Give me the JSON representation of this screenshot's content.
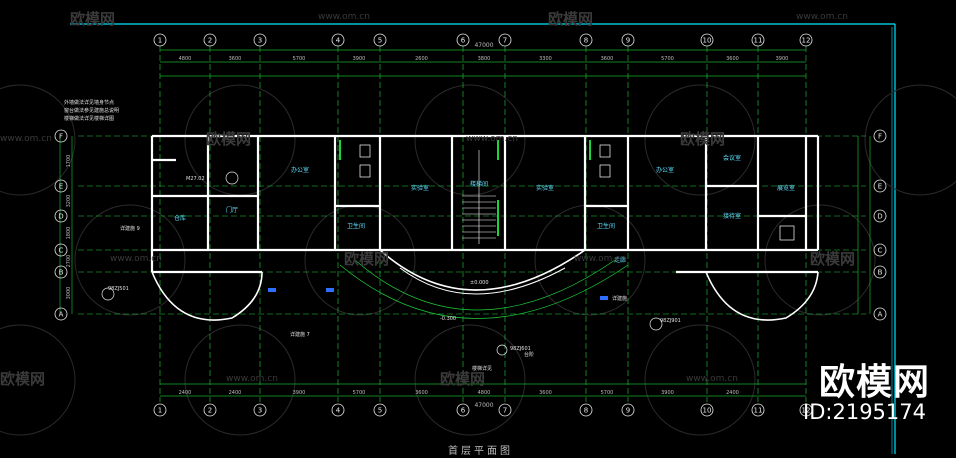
{
  "drawing": {
    "title": "首层平面图",
    "overall_dimension": "47000",
    "axis_numbers": [
      "1",
      "2",
      "3",
      "4",
      "5",
      "6",
      "7",
      "8",
      "9",
      "10",
      "11",
      "12"
    ],
    "axis_letters": [
      "A",
      "B",
      "C",
      "D",
      "E",
      "F"
    ],
    "segment_dimensions_top": [
      "4800",
      "3600",
      "5700",
      "3900",
      "2600",
      "3800",
      "3300",
      "3600",
      "5700",
      "3600",
      "3900"
    ],
    "segment_dimensions_bottom": [
      "2400",
      "2400",
      "3900",
      "5700",
      "3600",
      "4800",
      "3600",
      "5700",
      "3900",
      "2400"
    ],
    "left_dimensions": [
      "1700",
      "3200",
      "1800",
      "2700",
      "3000"
    ],
    "rooms": [
      {
        "id": "office-a",
        "label": "办公室"
      },
      {
        "id": "office-b",
        "label": "办公室"
      },
      {
        "id": "lab-1",
        "label": "实验室"
      },
      {
        "id": "lab-2",
        "label": "实验室"
      },
      {
        "id": "wc-1",
        "label": "卫生间"
      },
      {
        "id": "wc-2",
        "label": "卫生间"
      },
      {
        "id": "stair-1",
        "label": "楼梯间"
      },
      {
        "id": "store",
        "label": "仓库"
      },
      {
        "id": "hall",
        "label": "门厅"
      },
      {
        "id": "room-east-1",
        "label": "会议室"
      },
      {
        "id": "room-east-2",
        "label": "展览室"
      },
      {
        "id": "room-east-3",
        "label": "接待室"
      },
      {
        "id": "corridor",
        "label": "走廊"
      }
    ],
    "notes": [
      {
        "id": "note-top-left-1",
        "text": "外墙做法详见墙身节点"
      },
      {
        "id": "note-top-left-2",
        "text": "窗台做法参见建施总说明"
      },
      {
        "id": "note-top-left-3",
        "text": "楼梯做法详见楼梯详图"
      },
      {
        "id": "detail-ref-1",
        "text": "详建施 9"
      },
      {
        "id": "detail-ref-2",
        "text": "详建施 7"
      },
      {
        "id": "detail-ref-3",
        "text": "详建施"
      },
      {
        "id": "stair-ref",
        "text": "楼梯详见"
      },
      {
        "id": "door-ref",
        "text": "M27.02"
      },
      {
        "id": "std-ref-1",
        "text": "98ZJ501"
      },
      {
        "id": "std-ref-2",
        "text": "98ZJ601"
      },
      {
        "id": "std-ref-3",
        "text": "98ZJ901"
      },
      {
        "id": "elev-1",
        "text": "±0.000"
      },
      {
        "id": "elev-2",
        "text": "-0.300"
      },
      {
        "id": "entry-label",
        "text": "台阶"
      }
    ]
  },
  "watermark": {
    "brand_cn": "欧模网",
    "url": "www.om.cn",
    "id_text": "ID:2195174"
  },
  "colors": {
    "background": "#000000",
    "grid_green": "#1fd13a",
    "wall_white": "#ffffff",
    "dim_green": "#18b02c",
    "text_cyan": "#5fe0ff",
    "frame_cyan": "#00e5ff",
    "bubble_white": "#e8e8e8",
    "watermark_gray": "#3a3a3a"
  }
}
